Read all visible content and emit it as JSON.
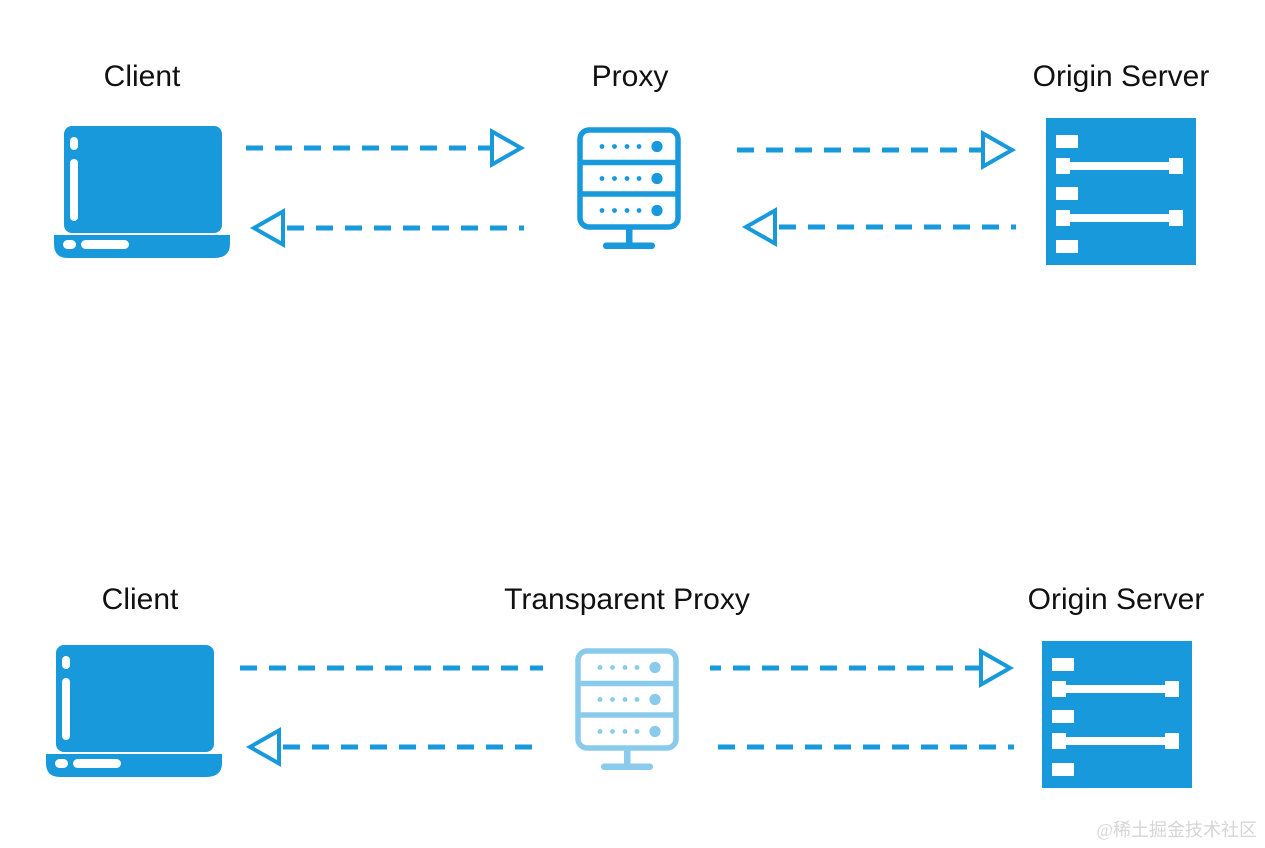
{
  "colors": {
    "primary_blue": "#1799DB",
    "label_text": "#111111",
    "watermark_gray": "#D6D6D6",
    "transparent_proxy_opacity": "0.5"
  },
  "diagram_top": {
    "client_label": "Client",
    "proxy_label": "Proxy",
    "origin_label": "Origin Server"
  },
  "diagram_bottom": {
    "client_label": "Client",
    "proxy_label": "Transparent Proxy",
    "origin_label": "Origin Server"
  },
  "watermark": "@稀土掘金技术社区"
}
